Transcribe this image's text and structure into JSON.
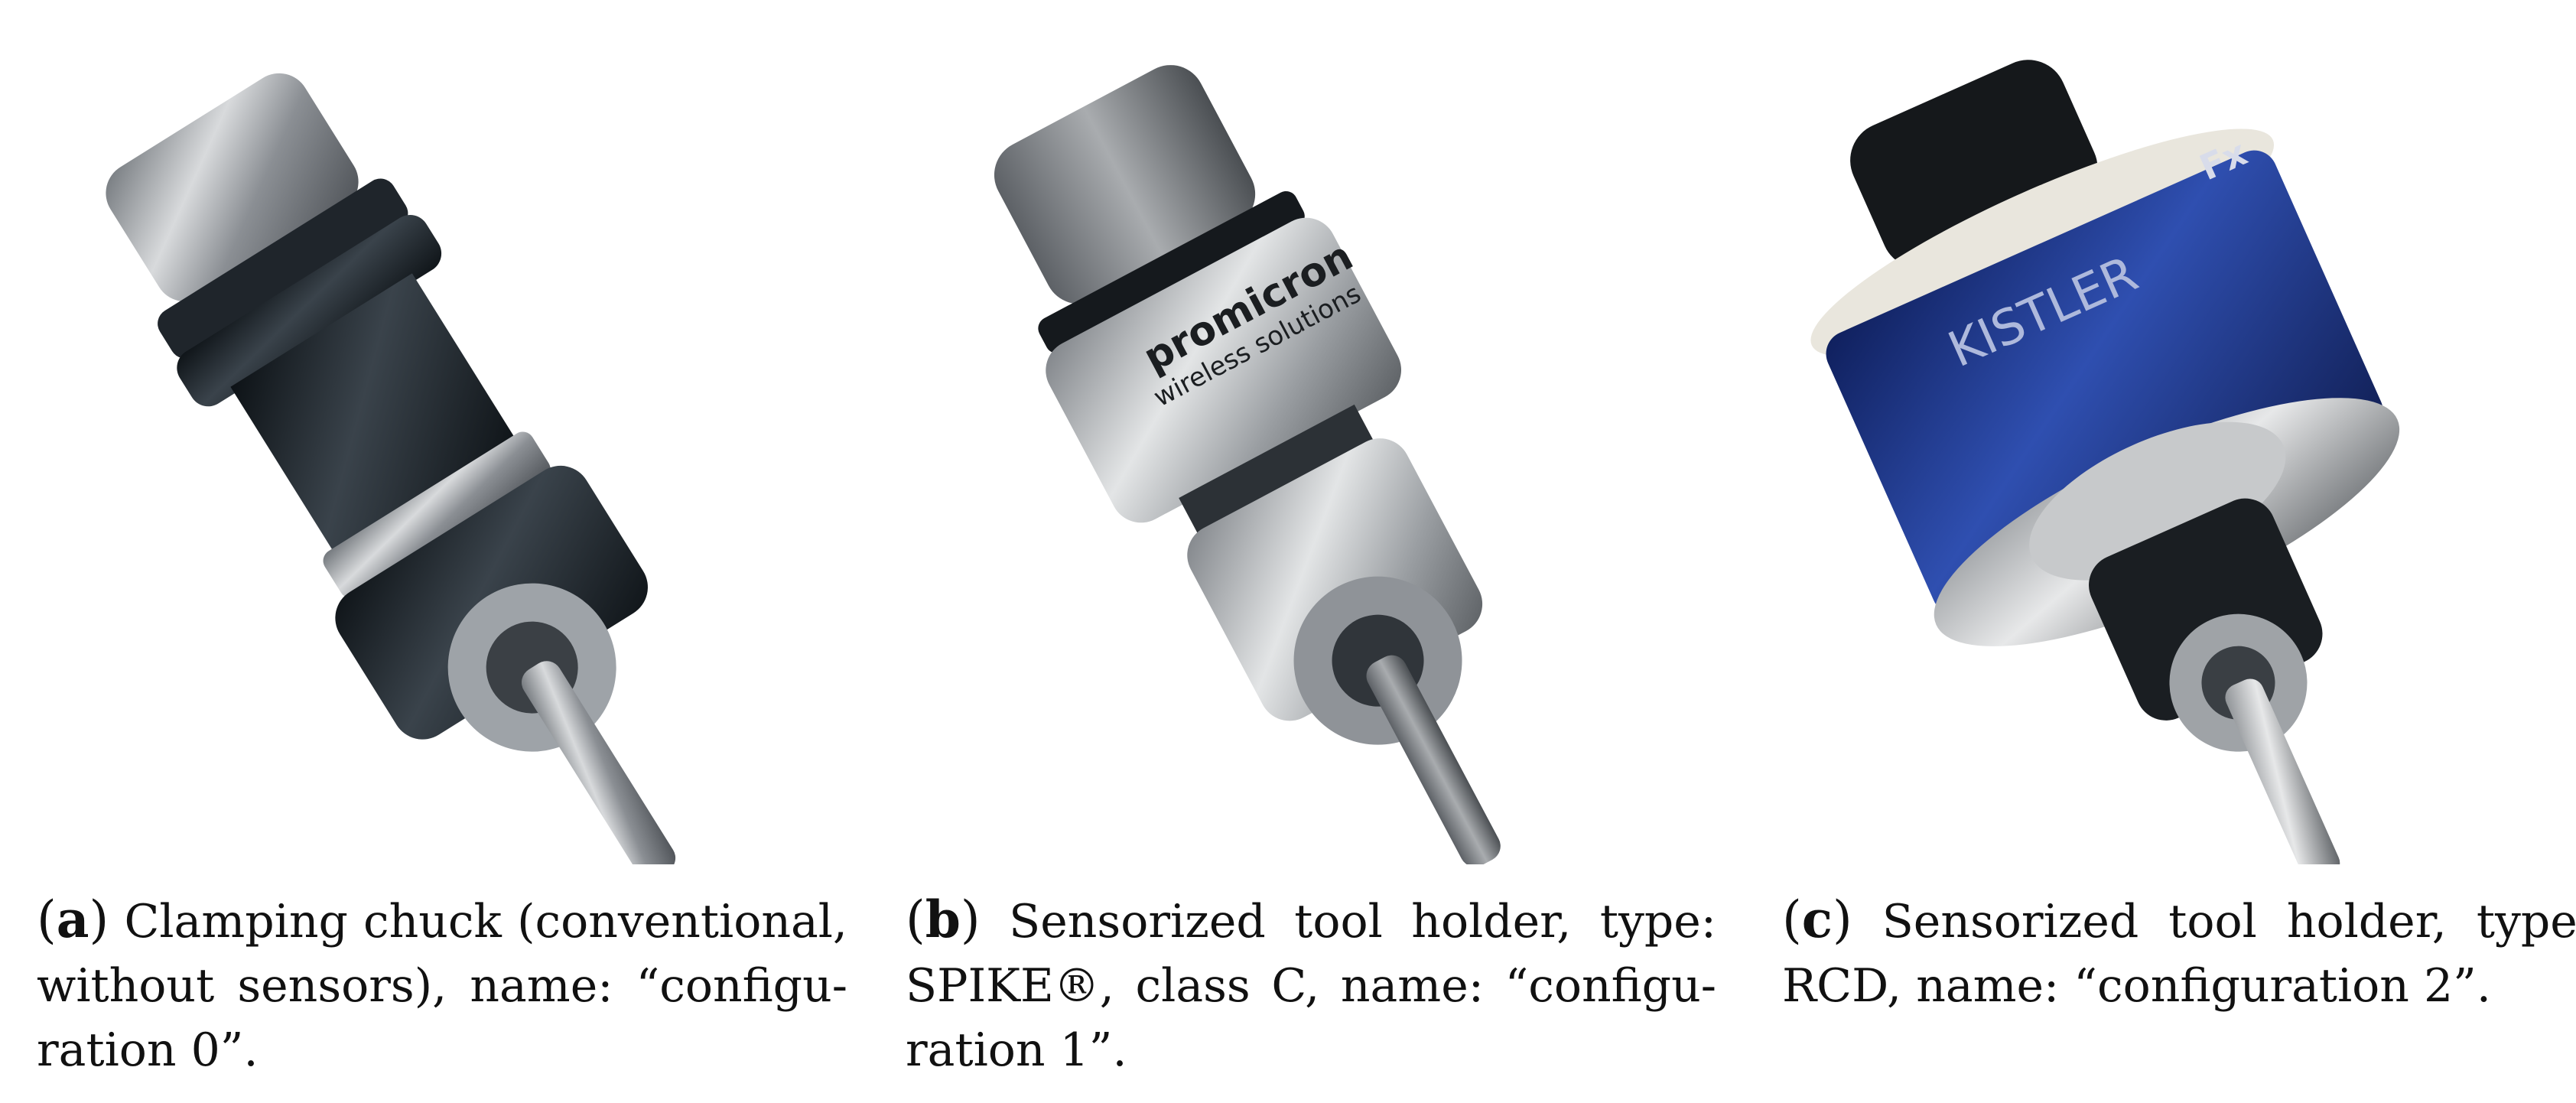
{
  "panels": [
    {
      "letter": "a",
      "caption": "Clamping chuck (conventional, without sensors), name: “configu-ration 0”."
    },
    {
      "letter": "b",
      "caption": "Sensorized tool holder, type: SPIKE®, class C, name: “configu-ration 1”.",
      "brand_text": "promicron",
      "sub_text": "wireless solutions"
    },
    {
      "letter": "c",
      "caption": "Sensorized tool holder, type: RCD, name: “configuration 2”.",
      "brand_text": "KISTLER",
      "sub_text": "Fx"
    }
  ],
  "colors": {
    "steel": "#b9bcc0",
    "dark_steel": "#4a4f55",
    "black_body": "#1b2127",
    "kistler_blue": "#1f3b8f",
    "ring_white": "#e9e6dd"
  }
}
